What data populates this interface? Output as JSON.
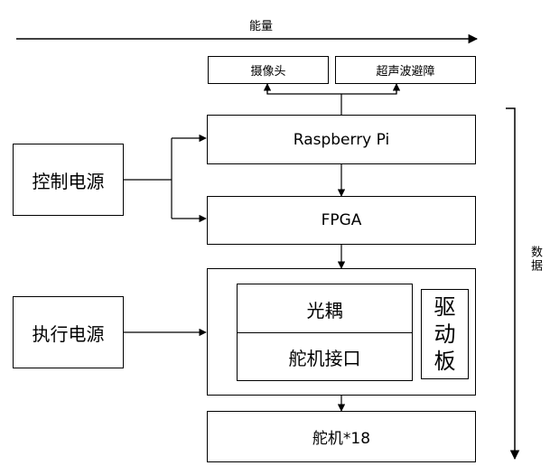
{
  "energy_axis": {
    "label": "能量"
  },
  "data_axis": {
    "label": "数据"
  },
  "sensors": {
    "camera": "摄像头",
    "ultrasonic": "超声波避障"
  },
  "power": {
    "control": "控制电源",
    "actuator": "执行电源"
  },
  "blocks": {
    "raspberry_pi": "Raspberry Pi",
    "fpga": "FPGA",
    "optocoupler": "光耦",
    "servo_interface": "舵机接口",
    "driver_board": "驱动板",
    "servos": "舵机*18"
  }
}
